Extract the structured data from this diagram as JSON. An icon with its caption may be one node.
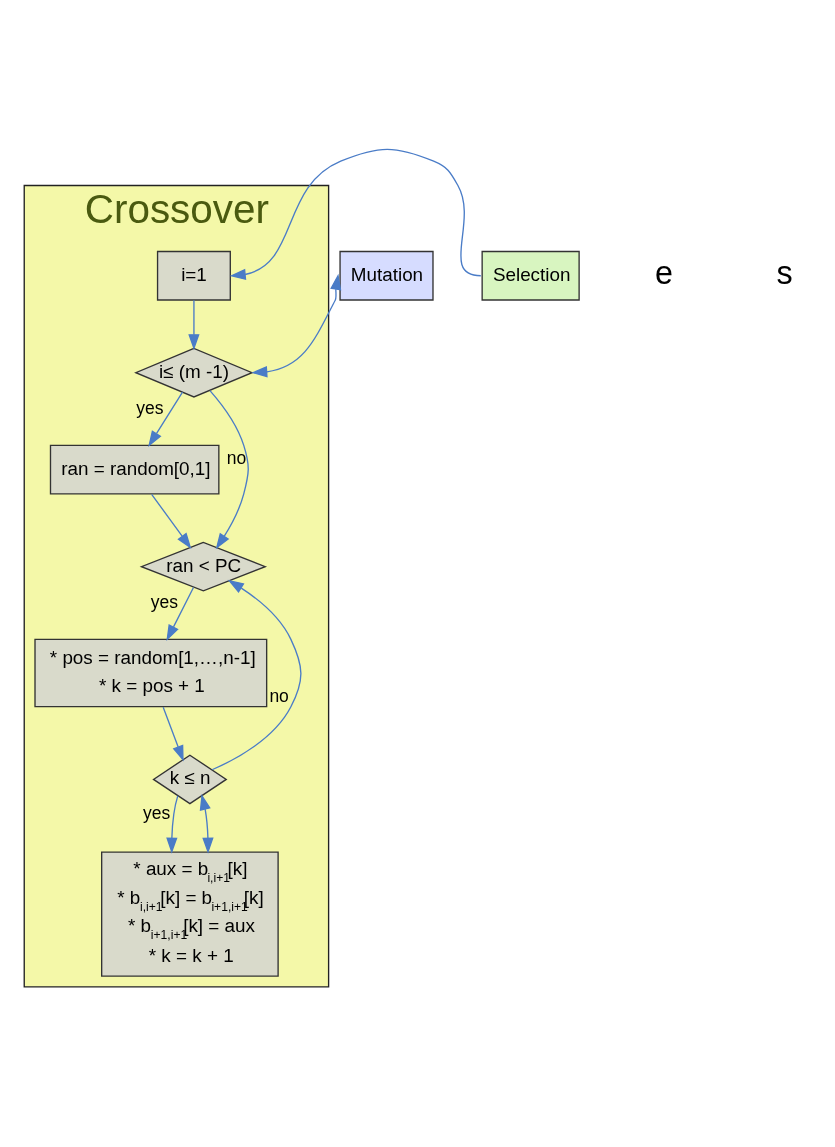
{
  "diagram": {
    "nodes": [
      {
        "text": [
          "Crossover"
        ]
      },
      {
        "text": [
          "Mutation"
        ]
      },
      {
        "text": [
          "i≤ (m -1)"
        ],
        "in": 0
      },
      {
        "text": [
          "i=1"
        ],
        "in": 0
      },
      {
        "text": [
          "Selection"
        ]
      },
      {
        "text": [
          "ran = random[0,1]"
        ],
        "in": 0
      },
      {
        "text": [
          "ran < PC"
        ],
        "in": 0
      },
      {
        "text": [
          "* pos = random[1,…,n-1]",
          "* k = pos + 1"
        ],
        "in": 0
      },
      {
        "text": [
          "k ≤ n"
        ],
        "in": 0
      },
      {
        "text": [
          "* aux = b$_{i,i+1}$[k]",
          "* b$_{i,i+1}$[k] = b$_{i+1,i+1}$[k]",
          "* b$_{i+1,i+1}$[k] = aux",
          "* k = k + 1"
        ],
        "in": 0
      }
    ],
    "edges": [
      {
        "from": 1,
        "to": 2,
        "arrow": "both"
      },
      {
        "from": 4,
        "to": 3,
        "arrow": "to"
      },
      {
        "from": 3,
        "to": 2,
        "arrow": "to"
      },
      {
        "from": 2,
        "to": 5,
        "arrow": "to",
        "label": "yes"
      },
      {
        "from": 2,
        "to": 6,
        "arrow": "to",
        "label": "no"
      },
      {
        "from": 5,
        "to": 6,
        "arrow": "to"
      },
      {
        "from": 6,
        "to": 7,
        "arrow": "to",
        "label": "yes"
      },
      {
        "from": 7,
        "to": 8,
        "arrow": "to"
      },
      {
        "from": 8,
        "to": 9,
        "arrow": "to",
        "label": "yes"
      },
      {
        "from": 8,
        "to": 6,
        "arrow": "to",
        "label": "no"
      },
      {
        "from": 9,
        "to": 8,
        "arrow": "both"
      }
    ],
    "labels": [
      "e",
      "s"
    ]
  }
}
